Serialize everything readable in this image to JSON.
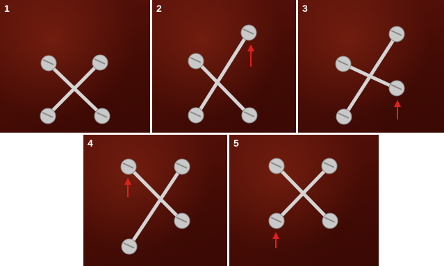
{
  "panels": [
    {
      "number": "1"
    },
    {
      "number": "2"
    },
    {
      "number": "3"
    },
    {
      "number": "4"
    },
    {
      "number": "5"
    }
  ],
  "colors": {
    "screw": "#c8c8c8",
    "wire": "#d0d0d0",
    "arrow": "#e0201a",
    "label": "#ffffff"
  }
}
